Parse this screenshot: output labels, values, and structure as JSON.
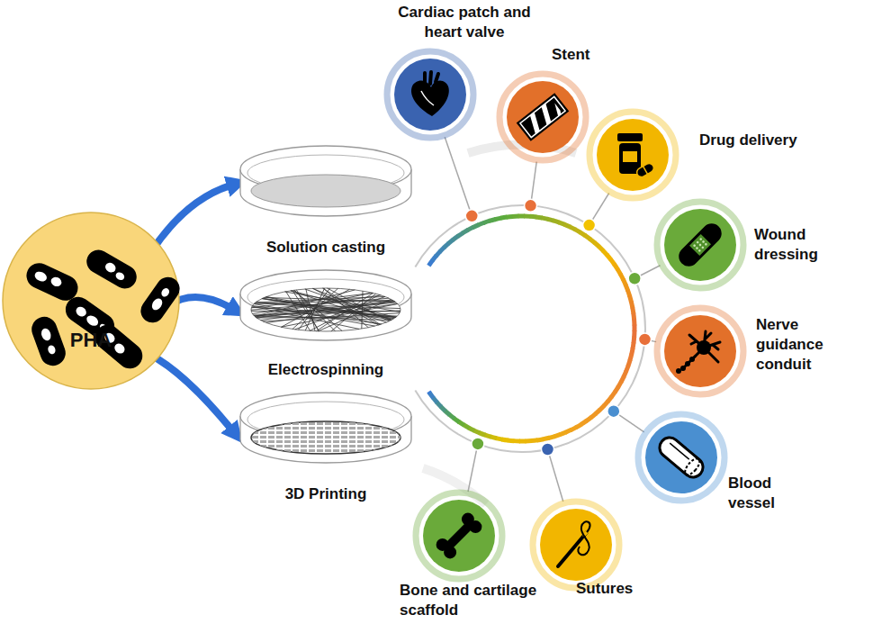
{
  "diagram": {
    "nodes": [
      {
        "text": [
          "PHA"
        ]
      },
      {
        "text": [
          "Solution casting"
        ]
      },
      {
        "text": [
          "Electrospinning"
        ]
      },
      {
        "text": [
          "3D Printing"
        ]
      },
      {
        "text": [
          "Cardiac patch and heart valve"
        ]
      },
      {
        "text": [
          "Stent"
        ]
      },
      {
        "text": [
          "Drug delivery"
        ]
      },
      {
        "text": [
          "Wound dressing"
        ]
      },
      {
        "text": [
          "Nerve guidance conduit"
        ]
      },
      {
        "text": [
          "Blood vessel"
        ]
      },
      {
        "text": [
          "Sutures"
        ]
      },
      {
        "text": [
          "Bone and cartilage scaffold"
        ]
      }
    ],
    "edges": [
      {
        "from": 0,
        "to": 1,
        "arrow": "to"
      },
      {
        "from": 0,
        "to": 2,
        "arrow": "to"
      },
      {
        "from": 0,
        "to": 3,
        "arrow": "to"
      }
    ]
  }
}
